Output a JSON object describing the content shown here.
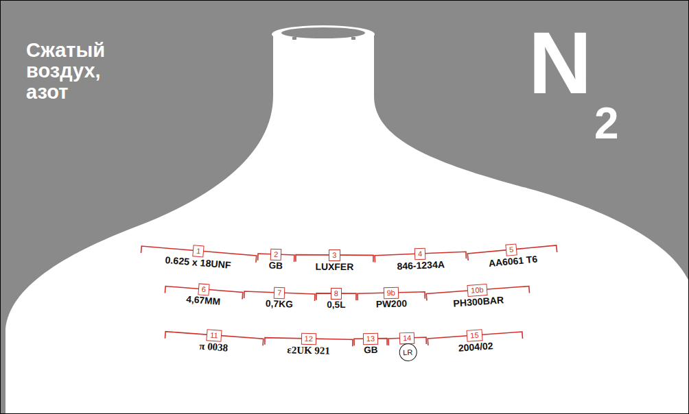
{
  "diagram": {
    "labels": [
      "Сжатый воздух, азот",
      "N",
      "2",
      "1",
      "0.625 x 18UNF",
      "2",
      "GB",
      "3",
      "LUXFER",
      "4",
      "846-1234A",
      "5",
      "AA6061 T6",
      "6",
      "4,67MM",
      "7",
      "0,7KG",
      "8",
      "0,5L",
      "9b",
      "PW200",
      "10b",
      "PH300BAR",
      "11",
      "π 0038",
      "12",
      "ε2UK 921",
      "13",
      "GB",
      "14",
      "LR",
      "15",
      "2004/02"
    ]
  }
}
